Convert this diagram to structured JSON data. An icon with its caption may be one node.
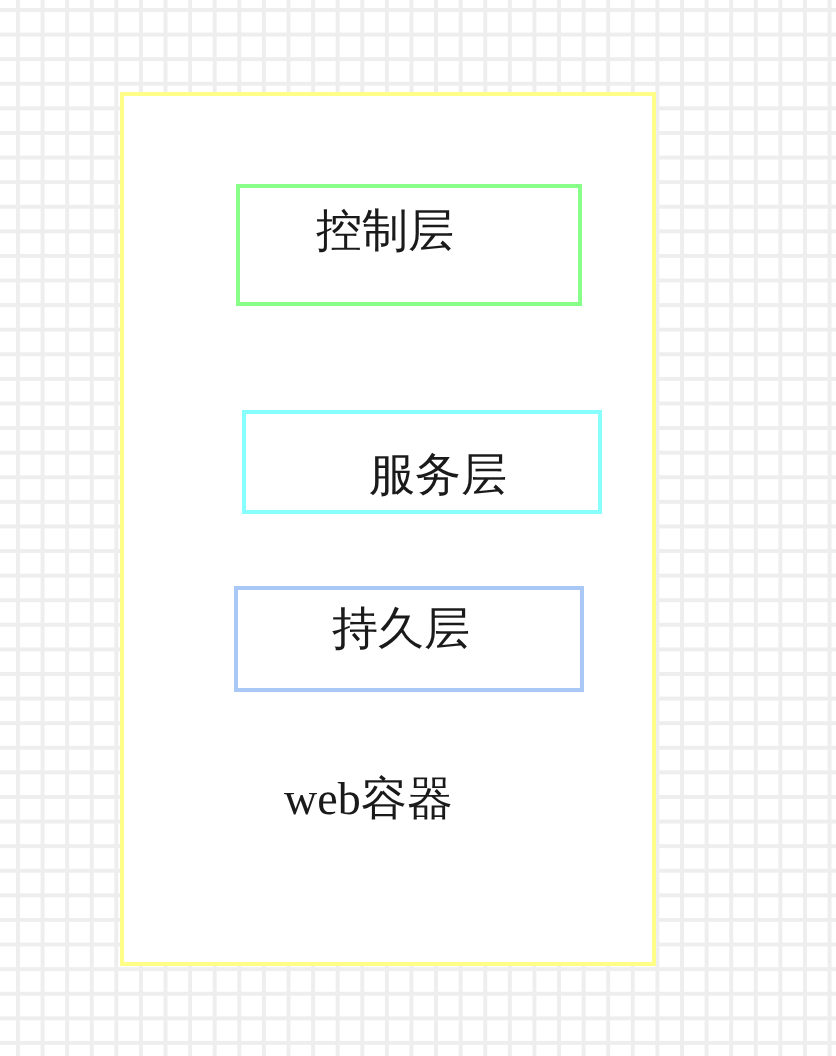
{
  "diagram": {
    "nodes": [
      {
        "text": [
          "web容器"
        ]
      },
      {
        "text": [
          "控制层"
        ],
        "in": 0
      },
      {
        "text": [
          "服务层"
        ],
        "in": 0
      },
      {
        "text": [
          "持久层"
        ],
        "in": 0
      }
    ]
  }
}
